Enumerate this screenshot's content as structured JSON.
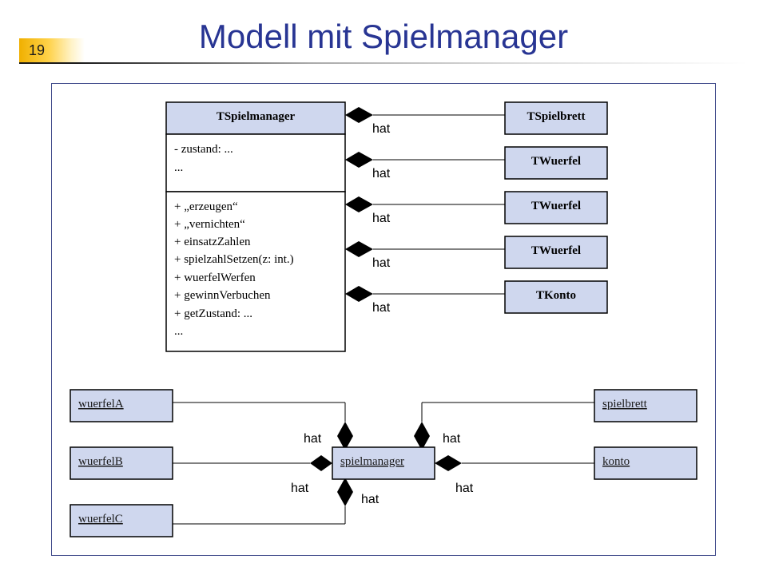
{
  "slide": {
    "number": "19",
    "title": "Modell mit Spielmanager"
  },
  "class_manager": {
    "name": "TSpielmanager",
    "attributes": [
      "- zustand: ...",
      "..."
    ],
    "methods": [
      "+ „erzeugen“",
      "+ „vernichten“",
      "+ einsatzZahlen",
      "+ spielzahlSetzen(z: int.)",
      "+ wuerfelWerfen",
      "+ gewinnVerbuchen",
      "+ getZustand: ...",
      "..."
    ]
  },
  "classes_right": [
    "TSpielbrett",
    "TWuerfel",
    "TWuerfel",
    "TWuerfel",
    "TKonto"
  ],
  "association_label": "hat",
  "objects": {
    "center": "spielmanager",
    "left": [
      "wuerfelA",
      "wuerfelB",
      "wuerfelC"
    ],
    "right": [
      "spielbrett",
      "konto"
    ]
  },
  "colors": {
    "title": "#283593",
    "box_fill": "#cfd7ee",
    "frame": "#3f4a8a"
  }
}
